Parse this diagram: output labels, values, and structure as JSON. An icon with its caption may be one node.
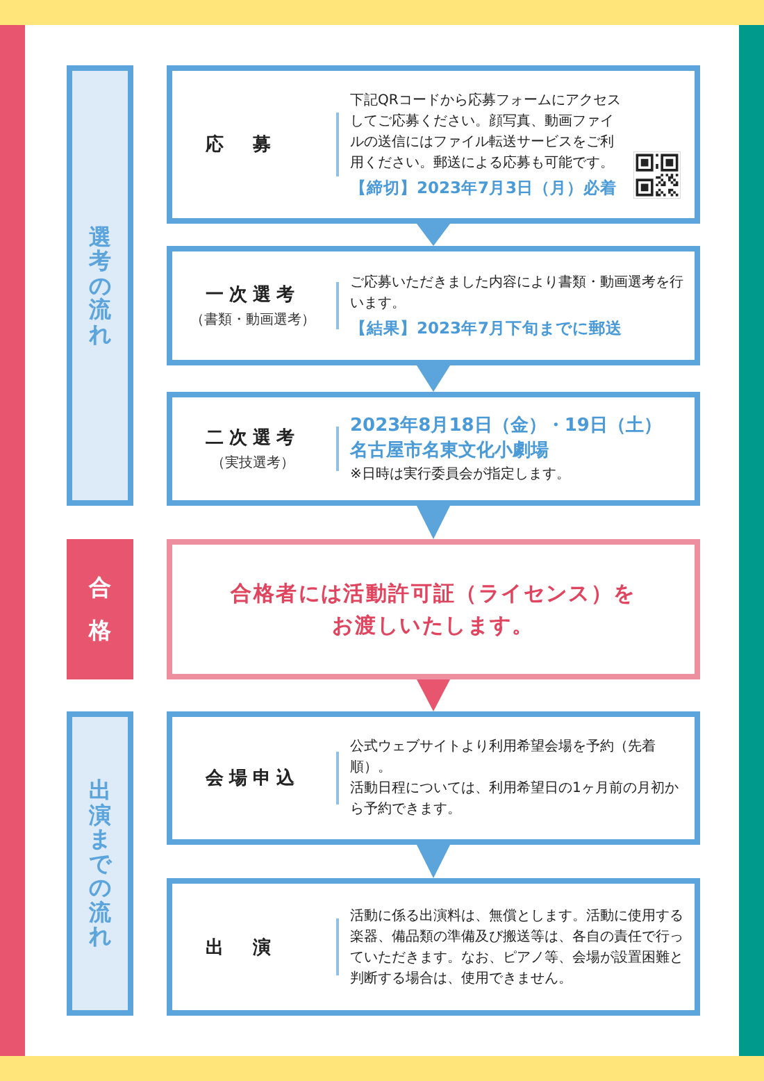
{
  "diagram": {
    "nodes": [
      {
        "text": [
          "選考の流れ"
        ]
      },
      {
        "text": [
          "合格"
        ]
      },
      {
        "text": [
          "出演までの流れ"
        ]
      },
      {
        "text": [
          "応募",
          "下記QRコードから応募フォームにアクセスしてご応募ください。顔写真、動画ファイルの送信にはファイル転送サービスをご利用ください。郵送による応募も可能です。",
          "【締切】2023年7月3日（月）必着"
        ]
      },
      {
        "text": [
          "一次選考",
          "（書類・動画選考）",
          "ご応募いただきました内容により書類・動画選考を行います。",
          "【結果】2023年7月下旬までに郵送"
        ]
      },
      {
        "text": [
          "二次選考",
          "（実技選考）",
          "2023年8月18日（金）・19日（土）",
          "名古屋市名東文化小劇場",
          "※日時は実行委員会が指定します。"
        ]
      },
      {
        "text": [
          "合格者には活動許可証（ライセンス）をお渡しいたします。"
        ]
      },
      {
        "text": [
          "会場申込",
          "公式ウェブサイトより利用希望会場を予約（先着順）。",
          "活動日程については、利用希望日の1ヶ月前の月初から予約できます。"
        ]
      },
      {
        "text": [
          "出演",
          "活動に係る出演料は、無償とします。活動に使用する楽器、備品類の準備及び搬送等は、各自の責任で行っていただきます。なお、ピアノ等、会場が設置困難と判断する場合は、使用できません。"
        ]
      }
    ],
    "edges": [
      {
        "from": 3,
        "to": 4,
        "arrow": "to"
      },
      {
        "from": 4,
        "to": 5,
        "arrow": "to"
      },
      {
        "from": 5,
        "to": 6,
        "arrow": "to"
      },
      {
        "from": 6,
        "to": 7,
        "arrow": "to",
        "color": "#e8556e"
      },
      {
        "from": 7,
        "to": 8,
        "arrow": "to"
      }
    ]
  }
}
